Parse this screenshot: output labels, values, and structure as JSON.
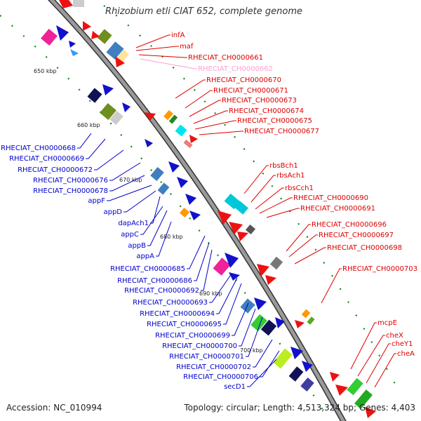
{
  "title": "Rhizobium etli CIAT 652, complete genome",
  "footer": {
    "accession": "Accession: NC_010994",
    "stats": "Topology: circular; Length: 4,513,324 bp; Genes: 4,403"
  },
  "ticks": [
    "650 kbp",
    "660 kbp",
    "670 kbp",
    "680 kbp",
    "690 kbp",
    "700 kbp"
  ],
  "colors": {
    "outer_labels": "#dd0000",
    "inner_labels": "#0000cc",
    "highlighted_label": "#ff9fd0",
    "backbone": "#888888",
    "backbone_edge": "#333333",
    "dots": "#118811"
  },
  "outer_labels": [
    "infA",
    "maf",
    "RHECIAT_CH0000661",
    "RHECIAT_CH0000662",
    "RHECIAT_CH0000670",
    "RHECIAT_CH0000671",
    "RHECIAT_CH0000673",
    "RHECIAT_CH0000674",
    "RHECIAT_CH0000675",
    "RHECIAT_CH0000677",
    "rbsBch1",
    "rbsAch1",
    "rbsCch1",
    "RHECIAT_CH0000690",
    "RHECIAT_CH0000691",
    "RHECIAT_CH0000696",
    "RHECIAT_CH0000697",
    "RHECIAT_CH0000698",
    "RHECIAT_CH0000703",
    "mcpE",
    "cheX",
    "cheY1",
    "cheA"
  ],
  "inner_labels": [
    "RHECIAT_CH0000668",
    "RHECIAT_CH0000669",
    "RHECIAT_CH0000672",
    "RHECIAT_CH0000676",
    "RHECIAT_CH0000678",
    "appF",
    "appD",
    "dapAch1",
    "appC",
    "appB",
    "appA",
    "RHECIAT_CH0000685",
    "RHECIAT_CH0000686",
    "RHECIAT_CH0000692",
    "RHECIAT_CH0000693",
    "RHECIAT_CH0000694",
    "RHECIAT_CH0000695",
    "RHECIAT_CH0000699",
    "RHECIAT_CH0000700",
    "RHECIAT_CH0000701",
    "RHECIAT_CH0000702",
    "RHECIAT_CH0000706",
    "secD1"
  ]
}
